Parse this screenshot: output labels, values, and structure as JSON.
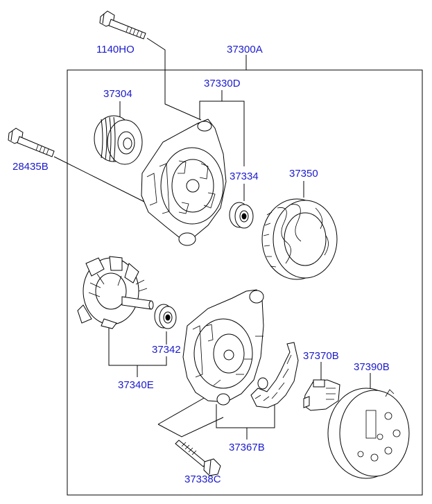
{
  "diagram": {
    "colors": {
      "label": "#1a1acc",
      "line": "#000000",
      "background": "#ffffff"
    },
    "parts": [
      {
        "id": "1140ho",
        "number": "1140HO"
      },
      {
        "id": "37300a",
        "number": "37300A"
      },
      {
        "id": "37304",
        "number": "37304"
      },
      {
        "id": "37330d",
        "number": "37330D"
      },
      {
        "id": "28435b",
        "number": "28435B"
      },
      {
        "id": "37334",
        "number": "37334"
      },
      {
        "id": "37350",
        "number": "37350"
      },
      {
        "id": "37342",
        "number": "37342"
      },
      {
        "id": "37370b",
        "number": "37370B"
      },
      {
        "id": "37390b",
        "number": "37390B"
      },
      {
        "id": "37340e",
        "number": "37340E"
      },
      {
        "id": "37367b",
        "number": "37367B"
      },
      {
        "id": "37338c",
        "number": "37338C"
      }
    ]
  }
}
